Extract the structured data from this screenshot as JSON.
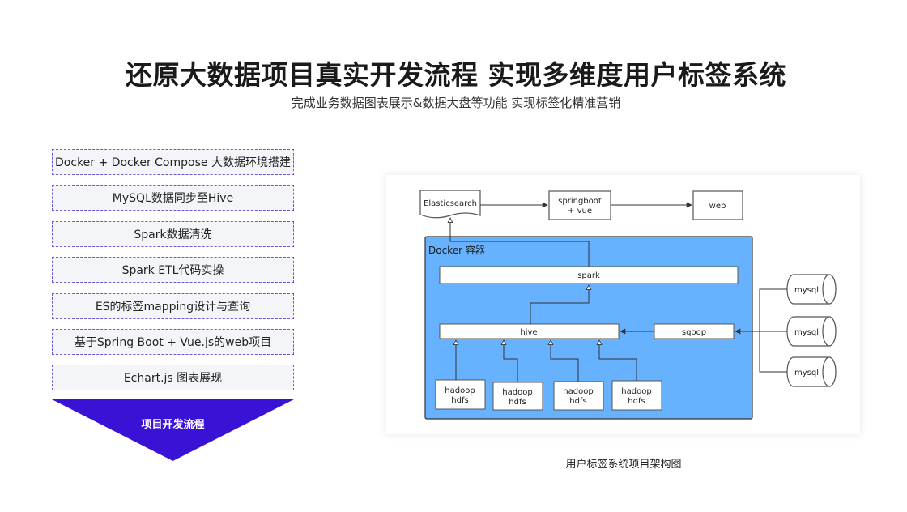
{
  "header": {
    "title": "还原大数据项目真实开发流程 实现多维度用户标签系统",
    "subtitle": "完成业务数据图表展示&数据大盘等功能 实现标签化精准营销"
  },
  "steps": [
    "Docker + Docker Compose 大数据环境搭建",
    "MySQL数据同步至Hive",
    "Spark数据清洗",
    "Spark ETL代码实操",
    "ES的标签mapping设计与查询",
    "基于Spring Boot + Vue.js的web项目",
    "Echart.js 图表展现"
  ],
  "funnel_label": "项目开发流程",
  "diagram": {
    "elasticsearch": "Elasticsearch",
    "springboot_line1": "springboot",
    "springboot_line2": "+ vue",
    "web": "web",
    "docker_label": "Docker 容器",
    "spark": "spark",
    "hive": "hive",
    "sqoop": "sqoop",
    "hadoop_line1": "hadoop",
    "hadoop_line2": "hdfs",
    "mysql": "mysql",
    "colors": {
      "container": "#66b2ff",
      "border": "#333333",
      "funnel": "#3a12d6"
    }
  },
  "caption": "用户标签系统项目架构图"
}
